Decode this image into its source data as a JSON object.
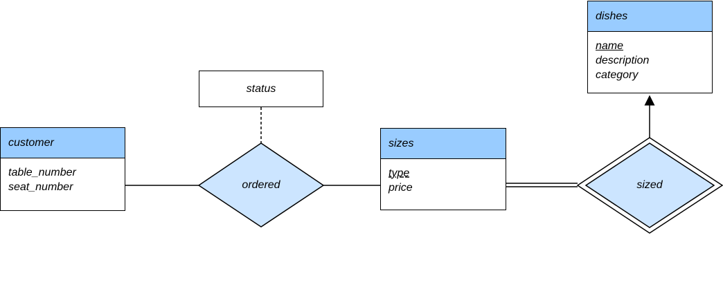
{
  "entities": {
    "customer": {
      "name": "customer",
      "attributes": [
        "table_number",
        "seat_number"
      ]
    },
    "sizes": {
      "name": "sizes",
      "attributes": [
        "type",
        "price"
      ]
    },
    "dishes": {
      "name": "dishes",
      "attributes": [
        "name",
        "description",
        "category"
      ]
    }
  },
  "relationships": {
    "ordered": {
      "label": "ordered"
    },
    "sized": {
      "label": "sized"
    }
  },
  "relationship_attributes": {
    "status": {
      "label": "status"
    }
  },
  "colors": {
    "entity_header": "#99ccff",
    "relationship_fill": "#cce5ff",
    "stroke": "#000000"
  }
}
